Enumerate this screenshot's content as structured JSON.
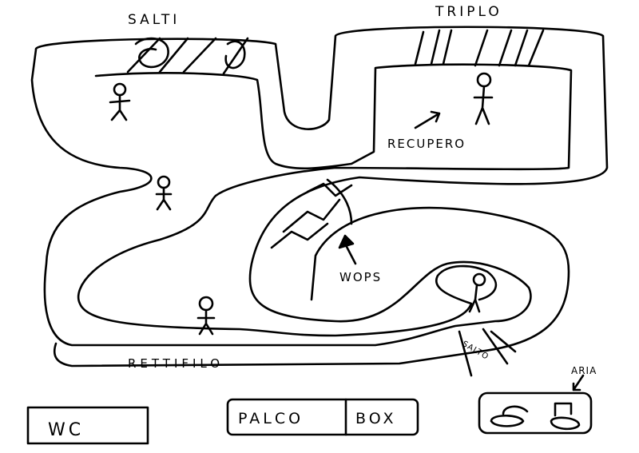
{
  "labels": {
    "salti": "SALTI",
    "triplo": "TRIPLO",
    "recupero": "RECUPERO",
    "wops": "WOPS",
    "rettifilo": "RETTIFILO",
    "salto": "SALTO",
    "aria": "ARIA",
    "wc": "WC",
    "palco": "PALCO",
    "box": "BOX"
  },
  "colors": {
    "ink": "#000000",
    "background": "#ffffff"
  }
}
